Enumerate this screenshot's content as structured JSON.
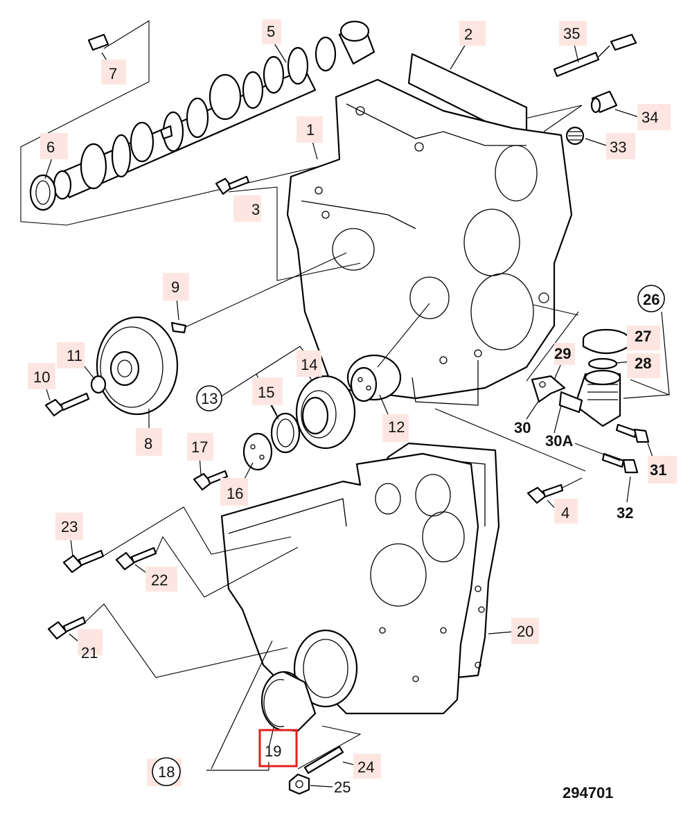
{
  "diagram": {
    "reference_number": "294701",
    "highlighted_callout": "19",
    "highlight_color": "#e0201c",
    "label_background": "#fde6e1",
    "callouts": [
      {
        "id": "c1",
        "text": "1"
      },
      {
        "id": "c2",
        "text": "2"
      },
      {
        "id": "c3",
        "text": "3"
      },
      {
        "id": "c4",
        "text": "4"
      },
      {
        "id": "c5",
        "text": "5"
      },
      {
        "id": "c6",
        "text": "6"
      },
      {
        "id": "c7",
        "text": "7"
      },
      {
        "id": "c8",
        "text": "8"
      },
      {
        "id": "c9",
        "text": "9"
      },
      {
        "id": "c10",
        "text": "10"
      },
      {
        "id": "c11",
        "text": "11"
      },
      {
        "id": "c12",
        "text": "12"
      },
      {
        "id": "c13",
        "text": "13"
      },
      {
        "id": "c14",
        "text": "14"
      },
      {
        "id": "c15",
        "text": "15"
      },
      {
        "id": "c16",
        "text": "16"
      },
      {
        "id": "c17",
        "text": "17"
      },
      {
        "id": "c18",
        "text": "18"
      },
      {
        "id": "c19",
        "text": "19"
      },
      {
        "id": "c20",
        "text": "20"
      },
      {
        "id": "c21",
        "text": "21"
      },
      {
        "id": "c22",
        "text": "22"
      },
      {
        "id": "c23",
        "text": "23"
      },
      {
        "id": "c24",
        "text": "24"
      },
      {
        "id": "c25",
        "text": "25"
      },
      {
        "id": "c26",
        "text": "26"
      },
      {
        "id": "c27",
        "text": "27"
      },
      {
        "id": "c28",
        "text": "28"
      },
      {
        "id": "c29",
        "text": "29"
      },
      {
        "id": "c30",
        "text": "30"
      },
      {
        "id": "c30a",
        "text": "30A"
      },
      {
        "id": "c31",
        "text": "31"
      },
      {
        "id": "c32",
        "text": "32"
      },
      {
        "id": "c33",
        "text": "33"
      },
      {
        "id": "c34",
        "text": "34"
      },
      {
        "id": "c35",
        "text": "35"
      }
    ]
  }
}
